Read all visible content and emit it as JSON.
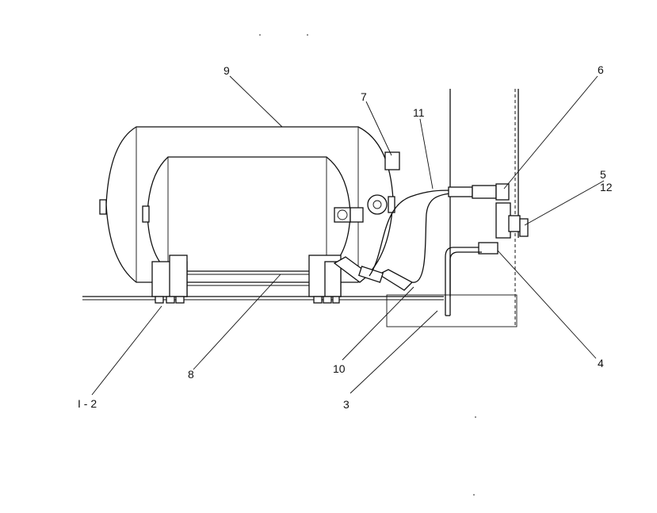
{
  "callouts": [
    {
      "id": "c9",
      "text": "9"
    },
    {
      "id": "c7",
      "text": "7"
    },
    {
      "id": "c11",
      "text": "11"
    },
    {
      "id": "c6",
      "text": "6"
    },
    {
      "id": "c5",
      "text": "5"
    },
    {
      "id": "c12",
      "text": "12"
    },
    {
      "id": "c4",
      "text": "4"
    },
    {
      "id": "c10",
      "text": "10"
    },
    {
      "id": "c8",
      "text": "8"
    },
    {
      "id": "c3",
      "text": "3"
    },
    {
      "id": "c12b",
      "text": "I - 2"
    }
  ]
}
